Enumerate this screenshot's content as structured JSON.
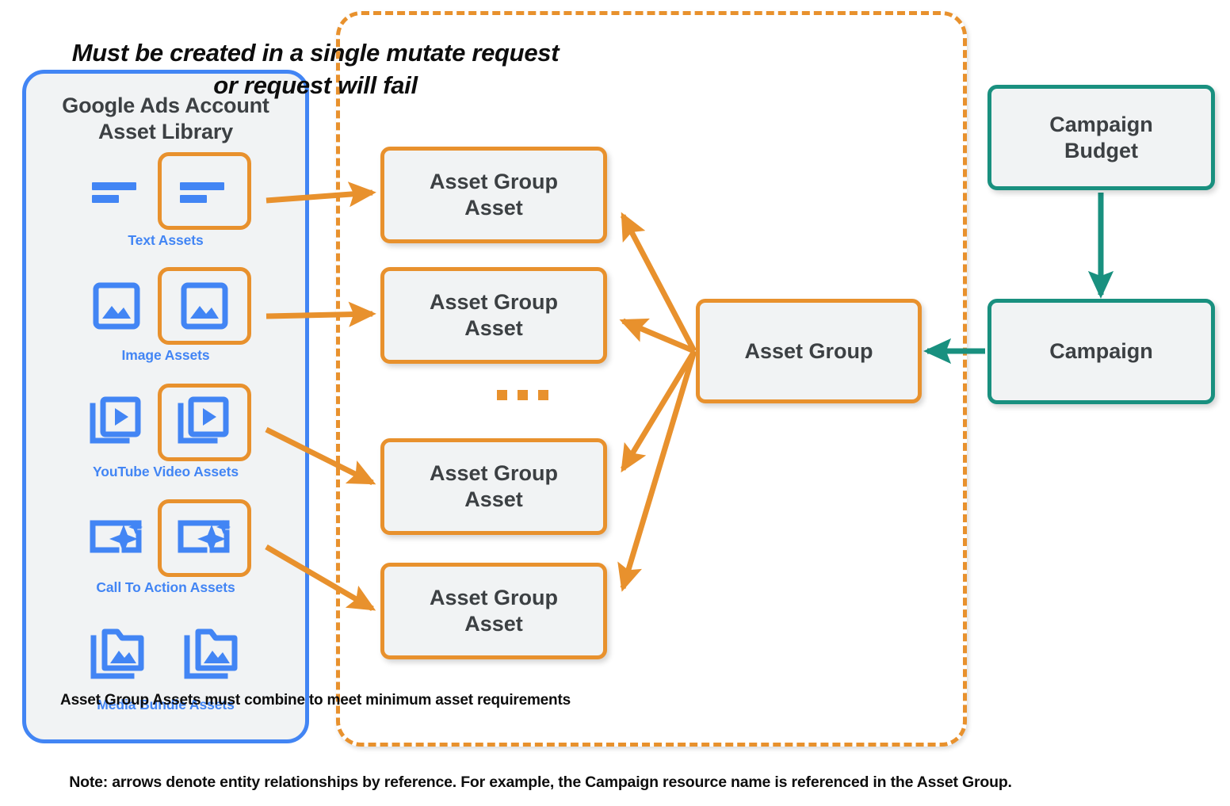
{
  "colors": {
    "blue": "#4285f4",
    "orange": "#e8912d",
    "teal": "#19907f",
    "node_fill": "#f1f3f4",
    "panel_fill": "#f1f3f4",
    "text_dark": "#3c4043",
    "text_black": "#0d0d0d",
    "page_bg": "#ffffff"
  },
  "asset_library": {
    "title_line1": "Google Ads Account",
    "title_line2": "Asset Library",
    "rows": [
      {
        "caption": "Text Assets",
        "icon": "text-lines-icon",
        "highlighted_index": 1
      },
      {
        "caption": "Image Assets",
        "icon": "image-icon",
        "highlighted_index": 1
      },
      {
        "caption": "YouTube Video  Assets",
        "icon": "video-stack-icon",
        "highlighted_index": 1
      },
      {
        "caption": "Call To Action Assets",
        "icon": "call-to-action-sparkle-icon",
        "highlighted_index": 1
      },
      {
        "caption": "Media Bundle  Assets",
        "icon": "media-bundle-folder-icon",
        "highlighted_index": -1
      }
    ]
  },
  "mutate_container": {
    "title_line1": "Must be created in a single mutate request",
    "title_line2": "or request will fail",
    "footnote": "Asset Group Assets must combine to meet minimum asset requirements",
    "asset_group_assets": [
      {
        "line1": "Asset Group",
        "line2": "Asset"
      },
      {
        "line1": "Asset Group",
        "line2": "Asset"
      },
      {
        "line1": "Asset Group",
        "line2": "Asset"
      },
      {
        "line1": "Asset Group",
        "line2": "Asset"
      }
    ],
    "ellipsis": "..."
  },
  "nodes": {
    "asset_group": "Asset Group",
    "campaign_budget_line1": "Campaign",
    "campaign_budget_line2": "Budget",
    "campaign": "Campaign"
  },
  "bottom_note": "Note: arrows denote entity relationships by reference. For example, the Campaign resource name is referenced in the Asset Group."
}
